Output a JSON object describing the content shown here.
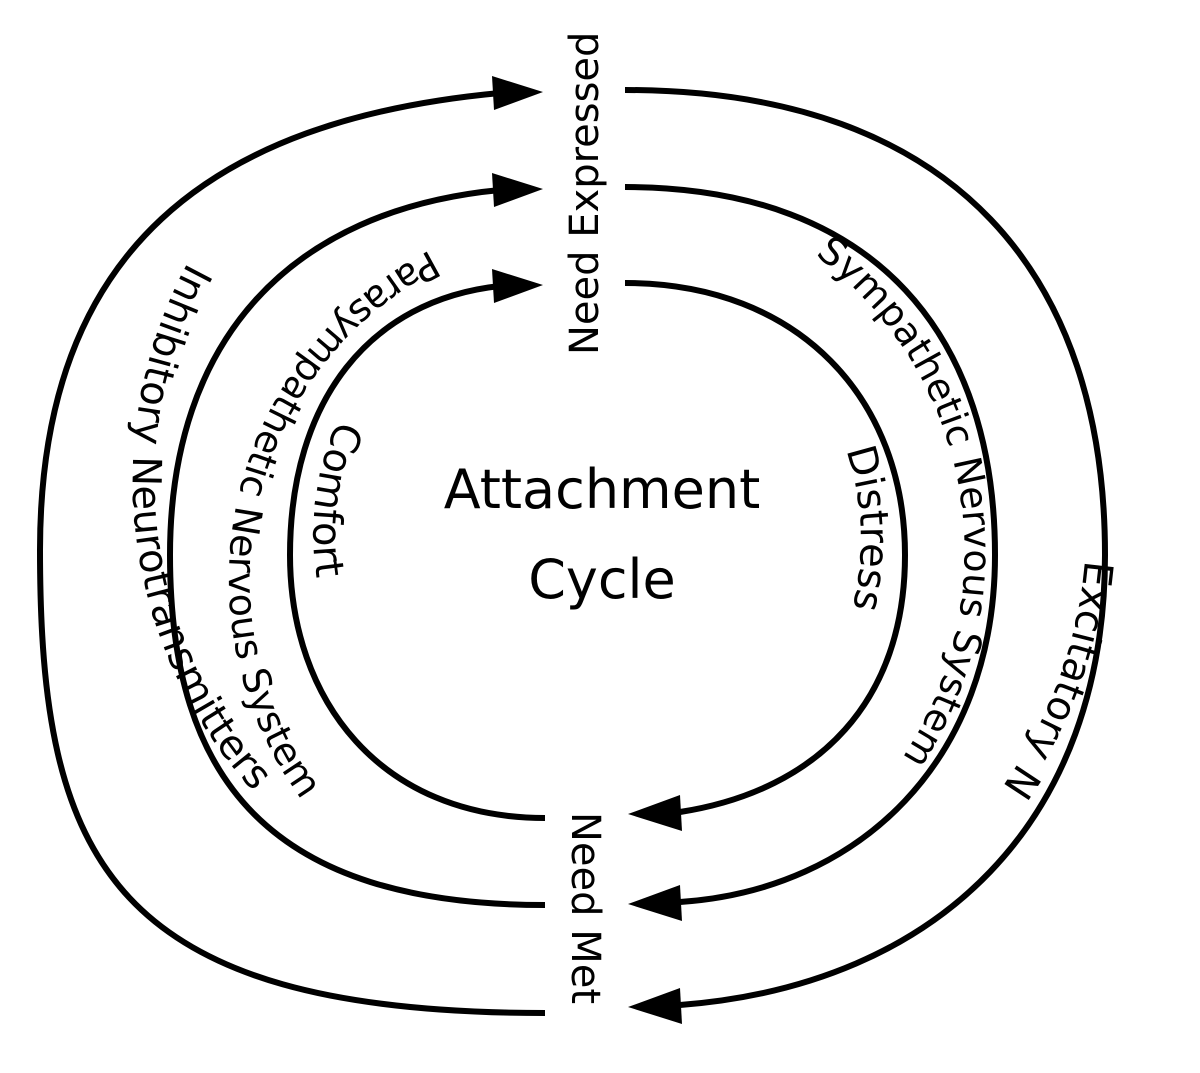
{
  "center": {
    "line1": "Attachment",
    "line2": "Cycle"
  },
  "endpoints": {
    "top": "Need Expressed",
    "bottom": "Need Met"
  },
  "left_labels": {
    "outer": "Inhibitory Neurotransmitters",
    "middle": "Parasympathetic Nervous System",
    "inner": "Comfort"
  },
  "right_labels": {
    "outer": "Excitatory Neurotransmitters",
    "middle": "Sympathetic Nervous System",
    "inner": "Distress"
  },
  "style": {
    "stroke_color": "#000000",
    "background": "#ffffff"
  }
}
